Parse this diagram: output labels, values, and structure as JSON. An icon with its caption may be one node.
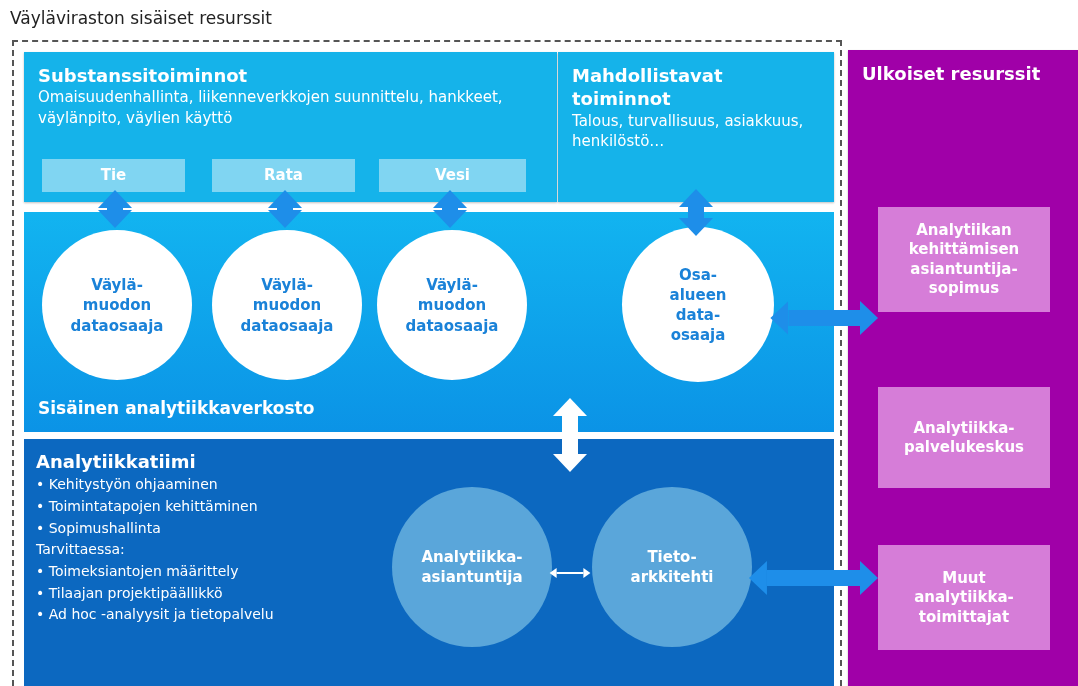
{
  "diagram": {
    "nodes": [
      {
        "text": [
          "Väyläviraston sisäiset resurssit"
        ]
      },
      {
        "text": [
          "Substanssitoiminnot",
          "Omaisuudenhallinta, liikenneverkkojen suunnittelu, hankkeet, väylänpito, väylien käyttö"
        ],
        "in": 0
      },
      {
        "text": [
          "Tie"
        ],
        "in": 1
      },
      {
        "text": [
          "Rata"
        ],
        "in": 1
      },
      {
        "text": [
          "Vesi"
        ],
        "in": 1
      },
      {
        "text": [
          "Mahdollistavat toiminnot",
          "Talous, turvallisuus, asiakkuus, henkilöstö…"
        ],
        "in": 0
      },
      {
        "text": [
          "Sisäinen analytiikkaverkosto"
        ],
        "in": 0
      },
      {
        "text": [
          "Väylä- muodon dataosaaja"
        ],
        "in": 6
      },
      {
        "text": [
          "Väylä- muodon dataosaaja"
        ],
        "in": 6
      },
      {
        "text": [
          "Väylä- muodon dataosaaja"
        ],
        "in": 6
      },
      {
        "text": [
          "Osa- alueen data- osaaja"
        ],
        "in": 6
      },
      {
        "text": [
          "Analytiikkatiimi",
          "• Kehitystyön ohjaaminen",
          "• Toimintatapojen kehittäminen",
          "• Sopimushallinta",
          "Tarvittaessa:",
          "• Toimeksiantojen määrittely",
          "• Tilaajan projektipäällikkö",
          "• Ad hoc -analyysit ja tietopalvelu"
        ],
        "in": 0
      },
      {
        "text": [
          "Analytiikka- asiantuntija"
        ],
        "in": 11
      },
      {
        "text": [
          "Tieto- arkkitehti"
        ],
        "in": 11
      },
      {
        "text": [
          "Ulkoiset resurssit"
        ]
      },
      {
        "text": [
          "Analytiikan kehittämisen asiantuntija- sopimus"
        ],
        "in": 14
      },
      {
        "text": [
          "Analytiikka- palvelukeskus"
        ],
        "in": 14
      },
      {
        "text": [
          "Muut analytiikka- toimittajat"
        ],
        "in": 14
      }
    ],
    "edges": [
      {
        "from": 7,
        "to": 2,
        "arrow": "both"
      },
      {
        "from": 8,
        "to": 3,
        "arrow": "both"
      },
      {
        "from": 9,
        "to": 4,
        "arrow": "both"
      },
      {
        "from": 10,
        "to": 5,
        "arrow": "both"
      },
      {
        "from": 10,
        "to": 15,
        "arrow": "both"
      },
      {
        "from": 6,
        "to": 11,
        "arrow": "both",
        "color": "#ffffff"
      },
      {
        "from": 12,
        "to": 13,
        "arrow": "both",
        "color": "#ffffff"
      },
      {
        "from": 13,
        "to": 17,
        "arrow": "both"
      }
    ]
  }
}
